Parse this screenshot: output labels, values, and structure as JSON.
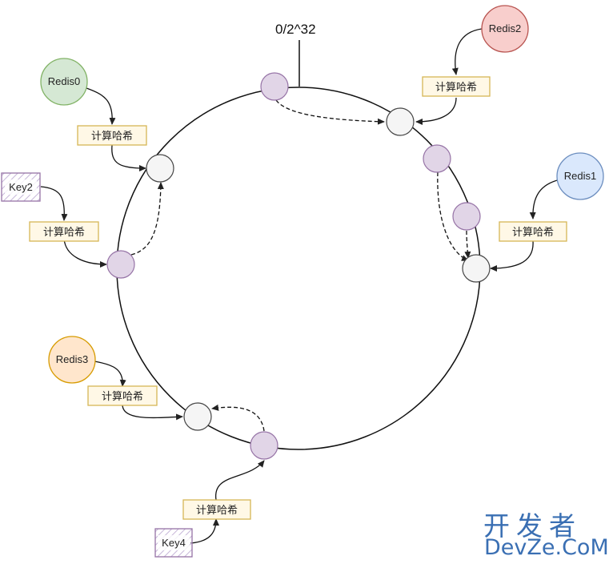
{
  "diagram": {
    "ring_top_label": "0/2^32",
    "hash_label": "计算哈希",
    "servers": {
      "redis0": {
        "label": "Redis0",
        "fill": "#d5e8d4",
        "stroke": "#82b366"
      },
      "redis1": {
        "label": "Redis1",
        "fill": "#dae8fc",
        "stroke": "#6c8ebf"
      },
      "redis2": {
        "label": "Redis2",
        "fill": "#f8cecc",
        "stroke": "#b85450"
      },
      "redis3": {
        "label": "Redis3",
        "fill": "#ffe6cc",
        "stroke": "#d79b00"
      }
    },
    "keys": {
      "key2": {
        "label": "Key2"
      },
      "key4": {
        "label": "Key4"
      }
    },
    "colors": {
      "key_point_fill": "#e1d5e7",
      "key_point_stroke": "#9673a6",
      "server_point_fill": "#f5f5f5",
      "server_point_stroke": "#555555",
      "hash_box_fill": "#fff8e6",
      "hash_box_stroke": "#d6b656"
    }
  },
  "watermark": {
    "line1": "开发者",
    "line2": "DevZe.CoM"
  }
}
